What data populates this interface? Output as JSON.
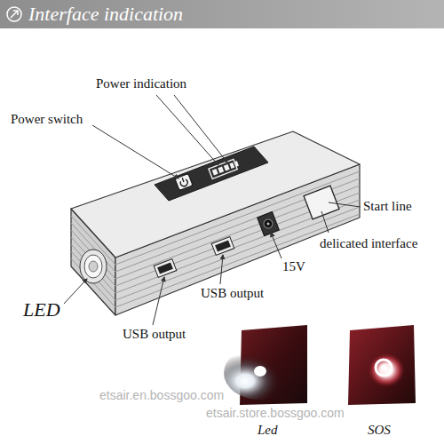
{
  "diagram": {
    "title": "Interface indication",
    "labels": [
      "Power indication",
      "Power switch",
      "Start line",
      "delicated interface",
      "15V",
      "USB output",
      "USB output",
      "LED",
      "Led",
      "SOS",
      "etsair.en.bossgoo.com",
      "etsair.store.bossgoo.com"
    ]
  }
}
